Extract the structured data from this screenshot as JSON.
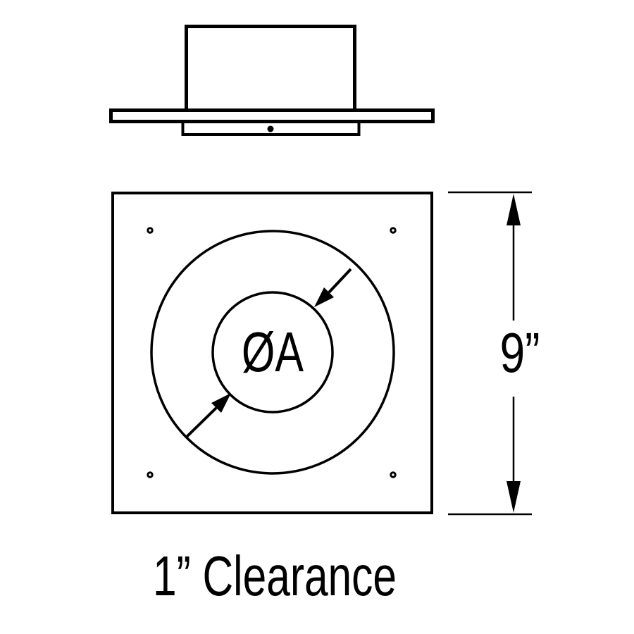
{
  "diagram": {
    "side_view": {
      "description": "pipe collar on firestop plate, profile view"
    },
    "front_view": {
      "diameter_label": "ØA"
    },
    "dimension": {
      "height_label": "9”"
    },
    "caption": "1” Clearance",
    "colors": {
      "line": "#000000",
      "background": "#ffffff"
    }
  }
}
